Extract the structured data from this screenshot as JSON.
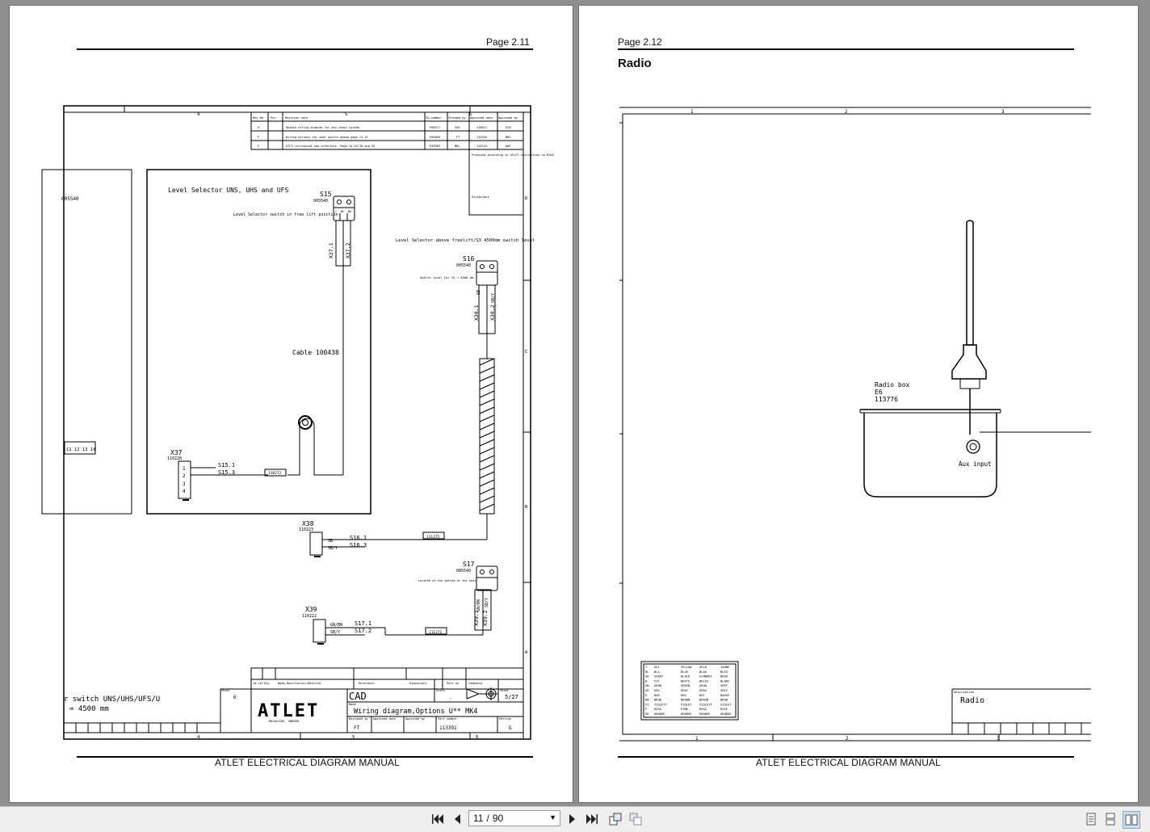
{
  "left_page": {
    "page_label": "Page 2.11",
    "footer": "ATLET ELECTRICAL DIAGRAM MANUAL",
    "diagram": {
      "columns_top": [
        "4",
        "5",
        "6"
      ],
      "columns_bottom": [
        "4",
        "5",
        "6"
      ],
      "rows_right": [
        "D",
        "C",
        "B",
        "A"
      ],
      "revision_headers": [
        "Rev No",
        "Pos",
        "Revision note",
        "CO-number",
        "Changed by",
        "Approved date",
        "Approved by"
      ],
      "revisions": [
        [
          "G",
          "",
          "Update wiring diagram for new index system",
          "E96G71",
          "SOD",
          "110621",
          "SCN"
        ],
        [
          "F",
          "",
          "Wiring harness for seat switch added page 11.1F",
          "E96009",
          "FT",
          "110316",
          "MHG"
        ],
        [
          "E",
          "",
          "ATC3 introduced,new interface. Page 14,19,20 and 35",
          "E95965",
          "MKL",
          "110125",
          "DWI"
        ]
      ],
      "produced_note": "Produced according to ATLET instruction no M100",
      "exceptions_label": "Exceptions",
      "left_code": "005540",
      "level_selector_title": "Level Selector UNS, UHS and UFS",
      "s15_label": "S15",
      "s15_code": "005540",
      "s15_note": "Level Selector switch in free lift position",
      "level_selector_note": "Level Selector above freelift/S3 4500mm switch level",
      "s16_label": "S16",
      "s16_code": "005540",
      "s16_note": "Switch level for S3 = 4500 mm",
      "s17_label": "S17",
      "s17_code": "005540",
      "s17_note": "Located at the bottom of the seat",
      "switch_pins": [
        "C",
        "NC",
        "NO"
      ],
      "cable_label": "Cable 100438",
      "x37_label": "X37",
      "x37_code": "110228",
      "x37_pins": [
        "1",
        "2",
        "3",
        "4"
      ],
      "x37_wires": [
        "S15.1",
        "S15.3"
      ],
      "x37_harness": "110272",
      "x38_label": "X38",
      "x38_code": "110223",
      "x38_colors": [
        "SB",
        "SB/Y"
      ],
      "x38_wires": [
        "S16.1",
        "S16.3"
      ],
      "x38_harness": "111375",
      "x39_label": "X39",
      "x39_code": "110222",
      "x39_colors": [
        "GN/BN",
        "SB/Y"
      ],
      "x39_wires": [
        "S17.1",
        "S17.2"
      ],
      "x39_harness": "111372",
      "x37_1": "X37.1",
      "x37_2": "X37.2",
      "x38_1": "X38.1",
      "x38_2": "X38.2",
      "x39_1": "X39.1",
      "x39_2": "X39.2",
      "x39_colors_vertical": [
        "GN/BN",
        "SB/Y"
      ],
      "s16_colors_vertical": [
        "SB",
        "SB/Y"
      ],
      "left_terminals": "11 12 13 14",
      "title_line1": "r switch UNS/UHS/UFS/U",
      "title_line2": "= 4500 mm",
      "sheet_total_label": "Sheet",
      "sheet_count": "6",
      "title_headers": [
        "Id.ref",
        "Qty",
        "Name,Description,Material",
        "Reference",
        "Dimensions",
        "Part no",
        "Comments"
      ],
      "company": "ATLET",
      "company_city": "MOLNLYCKE, SWEDEN",
      "cad_label": "CAD",
      "scale_label": "Scale",
      "scale_value": "-",
      "sheet_label": "Sheet",
      "sheet_value": "5/27",
      "name_label": "Name",
      "drawing_name": "Wiring diagram,Options U** MK4",
      "designed_by_label": "Designed by",
      "designed_by": "FT",
      "approved_date_label": "Approved date",
      "approved_by_label": "Approved by",
      "part_number_label": "Part number",
      "part_number": "113391",
      "edition_label": "Edition",
      "edition": "G"
    }
  },
  "right_page": {
    "page_label": "Page 2.12",
    "title": "Radio",
    "footer": "ATLET ELECTRICAL DIAGRAM MANUAL",
    "diagram": {
      "columns_top": [
        "1",
        "2",
        "3"
      ],
      "columns_bottom": [
        "1",
        "2",
        "3"
      ],
      "radio_box_label": "Radio box",
      "radio_box_ref": "E6",
      "radio_box_code": "113776",
      "aux_input_label": "Aux input",
      "description_label": "Description",
      "description": "Radio",
      "color_codes": [
        [
          "Y",
          "GUL",
          "YELLOW",
          "GELB",
          "JAUNE"
        ],
        [
          "BL",
          "BLA",
          "BLUE",
          "BLAU",
          "BLEU"
        ],
        [
          "SB",
          "SVART",
          "BLACK",
          "SCHWARZ",
          "NOIR"
        ],
        [
          "W",
          "VIT",
          "WHITE",
          "WEISS",
          "BLANC"
        ],
        [
          "GN",
          "GRON",
          "GREEN",
          "GRUN",
          "VERT"
        ],
        [
          "GR",
          "GRA",
          "GRAY",
          "GRAU",
          "GRIS"
        ],
        [
          "R",
          "ROD",
          "RED",
          "ROT",
          "ROUGE"
        ],
        [
          "BN",
          "BRUN",
          "BROWN",
          "BRAUN",
          "BRUN"
        ],
        [
          "VI",
          "VIOLETT",
          "VIOLET",
          "VIOLETT",
          "VIOLET"
        ],
        [
          "P",
          "ROSA",
          "PINK",
          "ROSA",
          "ROSE"
        ],
        [
          "OR",
          "ORANGE",
          "ORANGE",
          "ORANGE",
          "ORANGE"
        ]
      ]
    }
  },
  "toolbar": {
    "current_page": "11",
    "separator": "/",
    "total_pages": "90",
    "icons": [
      "first-page-icon",
      "previous-page-icon",
      "next-page-icon",
      "last-page-icon",
      "rotate-clockwise-icon",
      "rotate-counterclockwise-icon",
      "single-page-view-icon",
      "continuous-view-icon",
      "two-page-view-icon"
    ]
  }
}
